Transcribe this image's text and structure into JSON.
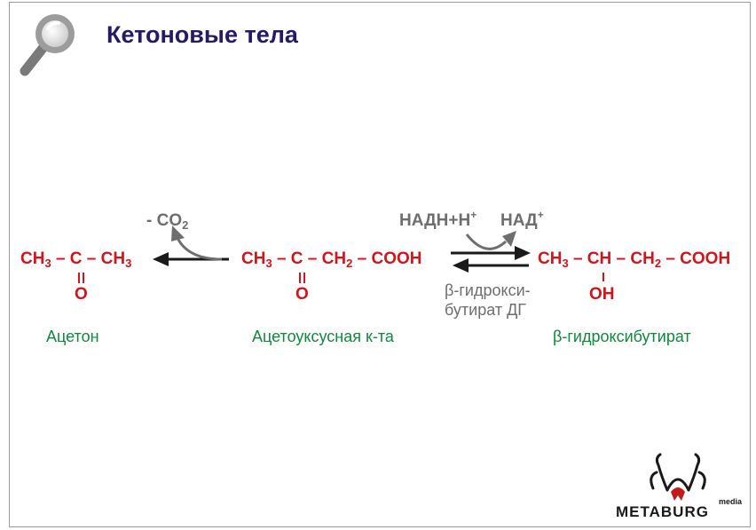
{
  "title": "Кетоновые тела",
  "logo": {
    "brand": "METABURG",
    "sub": "media"
  },
  "acetone": {
    "formula": [
      "CH",
      "3",
      " – C – CH",
      "3"
    ],
    "oxygen": "O",
    "name": "Ацетон"
  },
  "acetoacetic": {
    "formula": [
      "CH",
      "3",
      " – C – CH",
      "2",
      " – COOH"
    ],
    "oxygen": "O",
    "name": "Ацетоуксусная к-та"
  },
  "hydroxybutyrate": {
    "formula": [
      "CH",
      "3",
      " – CH – CH",
      "2",
      " – COOH"
    ],
    "hydroxyl": "OH",
    "name": "β-гидроксибутират"
  },
  "decarboxylation": {
    "label": "- CO",
    "subscript": "2"
  },
  "cofactors": {
    "nadh": "НАДН+Н",
    "nadh_sup": "+",
    "nad": "НАД",
    "nad_sup": "+"
  },
  "enzyme": {
    "line1": "β-гидрокси-",
    "line2": "бутират ДГ"
  },
  "colors": {
    "title": "#241a68",
    "formula": "#d4141b",
    "name": "#0d8a3a",
    "arrow": "#1a1a1a",
    "gray": "#6e6e6e"
  }
}
